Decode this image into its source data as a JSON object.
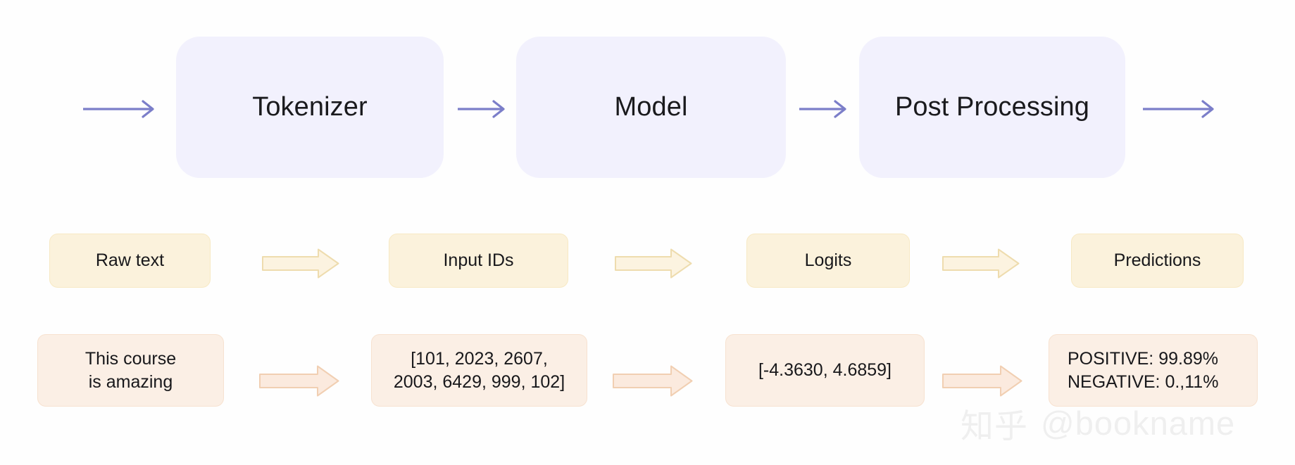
{
  "diagram": {
    "title": "Transformers pipeline stages",
    "colors": {
      "background": "#fefefe",
      "stage_fill": "#f2f1fd",
      "stage_text": "#1a1a1d",
      "thin_arrow": "#7b7ec9",
      "label_fill": "#fbf2dc",
      "label_stroke": "#f7e9c4",
      "label_arrow_fill": "#fcf3df",
      "label_arrow_stroke": "#edd9a8",
      "value_fill": "#fbefe5",
      "value_stroke": "#f7e2d0",
      "value_arrow_fill": "#fbeade",
      "value_arrow_stroke": "#f0cdb0",
      "watermark": "#efefef"
    },
    "stages": [
      {
        "label": "Tokenizer"
      },
      {
        "label": "Model"
      },
      {
        "label": "Post Processing"
      }
    ],
    "stage_arrows": [
      {
        "name": "arrow-into-tokenizer"
      },
      {
        "name": "arrow-tokenizer-to-model"
      },
      {
        "name": "arrow-model-to-post-processing"
      },
      {
        "name": "arrow-out-of-post-processing"
      }
    ],
    "data_labels": [
      {
        "label": "Raw text"
      },
      {
        "label": "Input IDs"
      },
      {
        "label": "Logits"
      },
      {
        "label": "Predictions"
      }
    ],
    "label_arrows": [
      {
        "name": "arrow-raw-text-to-input-ids"
      },
      {
        "name": "arrow-input-ids-to-logits"
      },
      {
        "name": "arrow-logits-to-predictions"
      }
    ],
    "data_values": [
      {
        "label": "This course\nis amazing"
      },
      {
        "label": "[101, 2023, 2607,\n2003, 6429, 999, 102]"
      },
      {
        "label": "[-4.3630, 4.6859]"
      },
      {
        "label": "POSITIVE: 99.89%\nNEGATIVE: 0.,11%"
      }
    ],
    "value_arrows": [
      {
        "name": "arrow-text-to-ids"
      },
      {
        "name": "arrow-ids-to-logits-values"
      },
      {
        "name": "arrow-logits-to-predictions-values"
      }
    ]
  },
  "watermark": {
    "logo": "知乎",
    "handle": "@bookname"
  }
}
